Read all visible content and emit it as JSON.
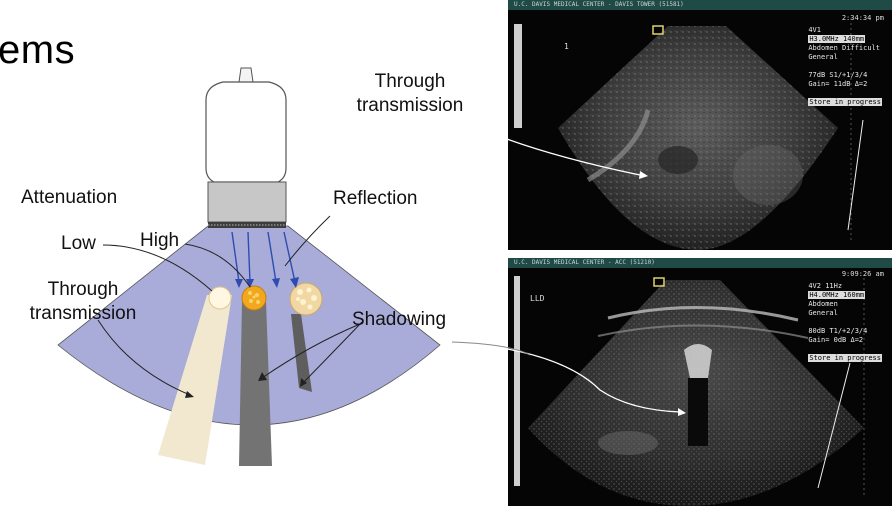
{
  "slide": {
    "title_fragment": "ems"
  },
  "diagram": {
    "labels": {
      "attenuation": "Attenuation",
      "low": "Low",
      "high": "High",
      "reflection": "Reflection",
      "through_transmission_line1": "Through",
      "through_transmission_line2": "transmission",
      "shadowing": "Shadowing"
    },
    "colors": {
      "beam": "#a9acd8",
      "transducer_body": "#ffffff",
      "transducer_face": "#c7c7c7",
      "through_band": "#f1e8cf",
      "shadow": "#737373",
      "arrow": "#2e4cb0"
    }
  },
  "ultrasound_top": {
    "header": "U.C. DAVIS MEDICAL CENTER - DAVIS TOWER (51581)",
    "time": "2:34:34 pm",
    "marker": "1",
    "readout": [
      "4V1",
      "H3.0MHz  140mm",
      "Abdomen Difficult",
      "General",
      "",
      "77dB  S1/+1/3/4",
      "Gain= 11dB  Δ=2",
      "",
      "Store in progress"
    ],
    "annotation_line1": "Through",
    "annotation_line2": "transmission"
  },
  "ultrasound_bottom": {
    "header": "U.C. DAVIS MEDICAL CENTER - ACC (51210)",
    "time": "9:09:26 am",
    "marker": "LLD",
    "readout": [
      "4V2          11Hz",
      "H4.0MHz  160mm",
      "Abdomen",
      "General",
      "",
      "80dB  T1/+2/3/4",
      "Gain=  0dB  Δ=2",
      "",
      "Store in progress"
    ]
  }
}
